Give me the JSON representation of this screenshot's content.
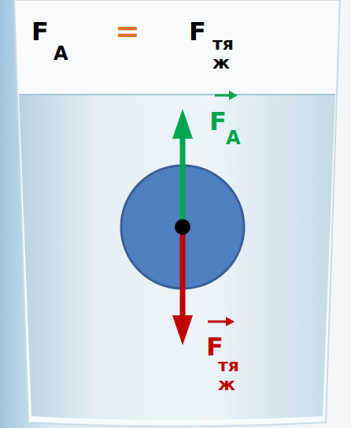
{
  "diagram": {
    "labels": [
      "F",
      "A",
      "=",
      "F",
      "тяж",
      "F",
      "A",
      "F",
      "тяж"
    ]
  }
}
